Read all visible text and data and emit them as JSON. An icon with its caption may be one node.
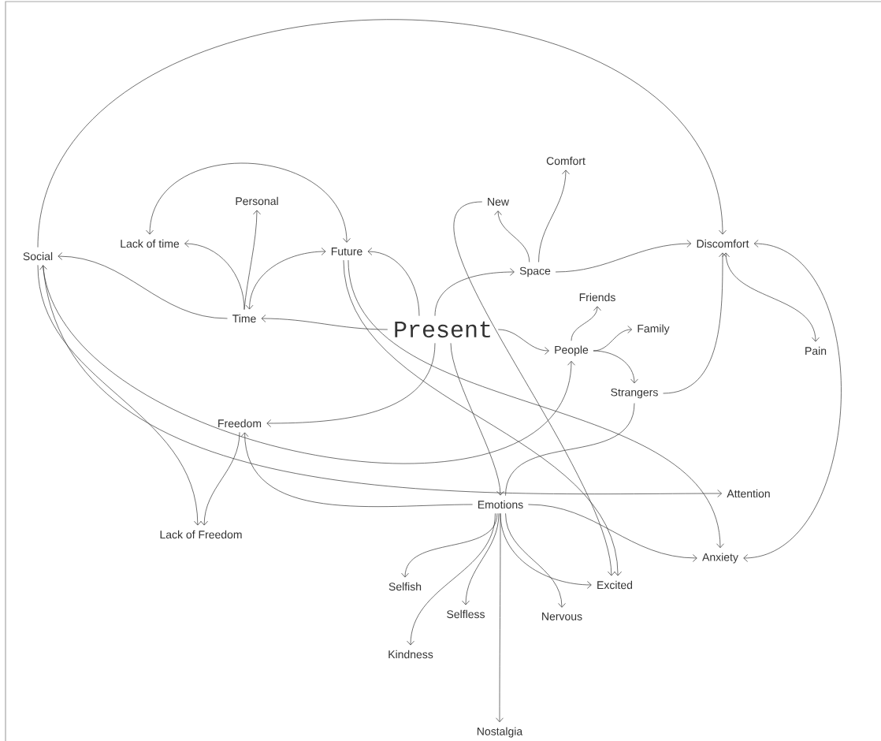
{
  "diagram": {
    "nodes": [
      {
        "text": [
          "Present"
        ]
      },
      {
        "text": [
          "Social"
        ]
      },
      {
        "text": [
          "Lack of time"
        ]
      },
      {
        "text": [
          "Personal"
        ]
      },
      {
        "text": [
          "Future"
        ]
      },
      {
        "text": [
          "Time"
        ]
      },
      {
        "text": [
          "New"
        ]
      },
      {
        "text": [
          "Comfort"
        ]
      },
      {
        "text": [
          "Space"
        ]
      },
      {
        "text": [
          "Discomfort"
        ]
      },
      {
        "text": [
          "Friends"
        ]
      },
      {
        "text": [
          "Family"
        ]
      },
      {
        "text": [
          "People"
        ]
      },
      {
        "text": [
          "Pain"
        ]
      },
      {
        "text": [
          "Strangers"
        ]
      },
      {
        "text": [
          "Freedom"
        ]
      },
      {
        "text": [
          "Lack of Freedom"
        ]
      },
      {
        "text": [
          "Emotions"
        ]
      },
      {
        "text": [
          "Attention"
        ]
      },
      {
        "text": [
          "Anxiety"
        ]
      },
      {
        "text": [
          "Selfish"
        ]
      },
      {
        "text": [
          "Selfless"
        ]
      },
      {
        "text": [
          "Nervous"
        ]
      },
      {
        "text": [
          "Excited"
        ]
      },
      {
        "text": [
          "Kindness"
        ]
      },
      {
        "text": [
          "Nostalgia"
        ]
      }
    ],
    "edges": [
      {
        "from": 1,
        "to": 9,
        "arrow": "to"
      },
      {
        "from": 5,
        "to": 1,
        "arrow": "to"
      },
      {
        "from": 5,
        "to": 2,
        "arrow": "to"
      },
      {
        "from": 5,
        "to": 3,
        "arrow": "to"
      },
      {
        "from": 5,
        "to": 4,
        "arrow": "both"
      },
      {
        "from": 2,
        "to": 4,
        "arrow": "both"
      },
      {
        "from": 0,
        "to": 4,
        "arrow": "to"
      },
      {
        "from": 0,
        "to": 5,
        "arrow": "to"
      },
      {
        "from": 0,
        "to": 8,
        "arrow": "to"
      },
      {
        "from": 0,
        "to": 12,
        "arrow": "to"
      },
      {
        "from": 0,
        "to": 15,
        "arrow": "to"
      },
      {
        "from": 0,
        "to": 17,
        "arrow": "to"
      },
      {
        "from": 8,
        "to": 6,
        "arrow": "to"
      },
      {
        "from": 8,
        "to": 7,
        "arrow": "to"
      },
      {
        "from": 8,
        "to": 9,
        "arrow": "to"
      },
      {
        "from": 6,
        "to": 23,
        "arrow": "to"
      },
      {
        "from": 12,
        "to": 10,
        "arrow": "to"
      },
      {
        "from": 12,
        "to": 11,
        "arrow": "to"
      },
      {
        "from": 12,
        "to": 14,
        "arrow": "to"
      },
      {
        "from": 14,
        "to": 9,
        "arrow": "to"
      },
      {
        "from": 9,
        "to": 13,
        "arrow": "both"
      },
      {
        "from": 9,
        "to": 19,
        "arrow": "both"
      },
      {
        "from": 4,
        "to": 23,
        "arrow": "to"
      },
      {
        "from": 4,
        "to": 19,
        "arrow": "to"
      },
      {
        "from": 1,
        "to": 16,
        "arrow": "to"
      },
      {
        "from": 15,
        "to": 16,
        "arrow": "to"
      },
      {
        "from": 17,
        "to": 15,
        "arrow": "to"
      },
      {
        "from": 1,
        "to": 12,
        "arrow": "both"
      },
      {
        "from": 1,
        "to": 18,
        "arrow": "to"
      },
      {
        "from": 14,
        "to": 17,
        "arrow": "none"
      },
      {
        "from": 17,
        "to": 19,
        "arrow": "to"
      },
      {
        "from": 17,
        "to": 20,
        "arrow": "to"
      },
      {
        "from": 17,
        "to": 24,
        "arrow": "to"
      },
      {
        "from": 17,
        "to": 21,
        "arrow": "to"
      },
      {
        "from": 17,
        "to": 25,
        "arrow": "to"
      },
      {
        "from": 17,
        "to": 23,
        "arrow": "to"
      },
      {
        "from": 17,
        "to": 22,
        "arrow": "to"
      }
    ]
  }
}
